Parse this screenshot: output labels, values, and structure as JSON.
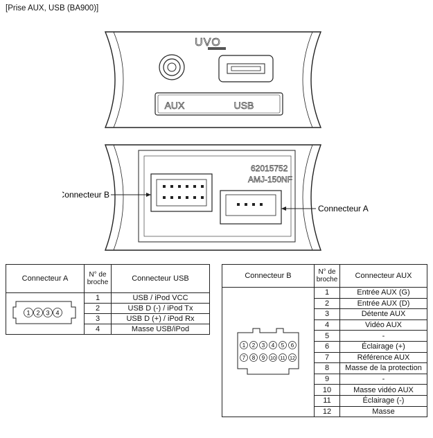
{
  "title": "[Prise AUX, USB (BA900)]",
  "front_panel": {
    "brand": "UVO",
    "aux_label": "AUX",
    "usb_label": "USB"
  },
  "rear_panel": {
    "part_number": "62015752",
    "model": "AMJ-150NF",
    "callout_b": "Connecteur B",
    "callout_a": "Connecteur A"
  },
  "connector_a_table": {
    "headers": [
      "Connecteur A",
      "N° de broche",
      "Connecteur USB"
    ],
    "pin_labels": [
      "1",
      "2",
      "3",
      "4"
    ],
    "rows": [
      {
        "pin": "1",
        "signal": "USB / iPod VCC"
      },
      {
        "pin": "2",
        "signal": "USB D (-) / iPod Tx"
      },
      {
        "pin": "3",
        "signal": "USB D (+) / iPod Rx"
      },
      {
        "pin": "4",
        "signal": "Masse USB/iPod"
      }
    ]
  },
  "connector_b_table": {
    "headers": [
      "Connecteur B",
      "N° de broche",
      "Connecteur AUX"
    ],
    "pin_labels_top": [
      "1",
      "2",
      "3",
      "4",
      "5",
      "6"
    ],
    "pin_labels_bottom": [
      "7",
      "8",
      "9",
      "10",
      "11",
      "12"
    ],
    "rows": [
      {
        "pin": "1",
        "signal": "Entrée AUX (G)"
      },
      {
        "pin": "2",
        "signal": "Entrée AUX (D)"
      },
      {
        "pin": "3",
        "signal": "Détente AUX"
      },
      {
        "pin": "4",
        "signal": "Vidéo AUX"
      },
      {
        "pin": "5",
        "signal": "-"
      },
      {
        "pin": "6",
        "signal": "Éclairage (+)"
      },
      {
        "pin": "7",
        "signal": "Référence AUX"
      },
      {
        "pin": "8",
        "signal": "Masse de la protection"
      },
      {
        "pin": "9",
        "signal": "-"
      },
      {
        "pin": "10",
        "signal": "Masse vidéo AUX"
      },
      {
        "pin": "11",
        "signal": "Éclairage (-)"
      },
      {
        "pin": "12",
        "signal": "Masse"
      }
    ]
  }
}
